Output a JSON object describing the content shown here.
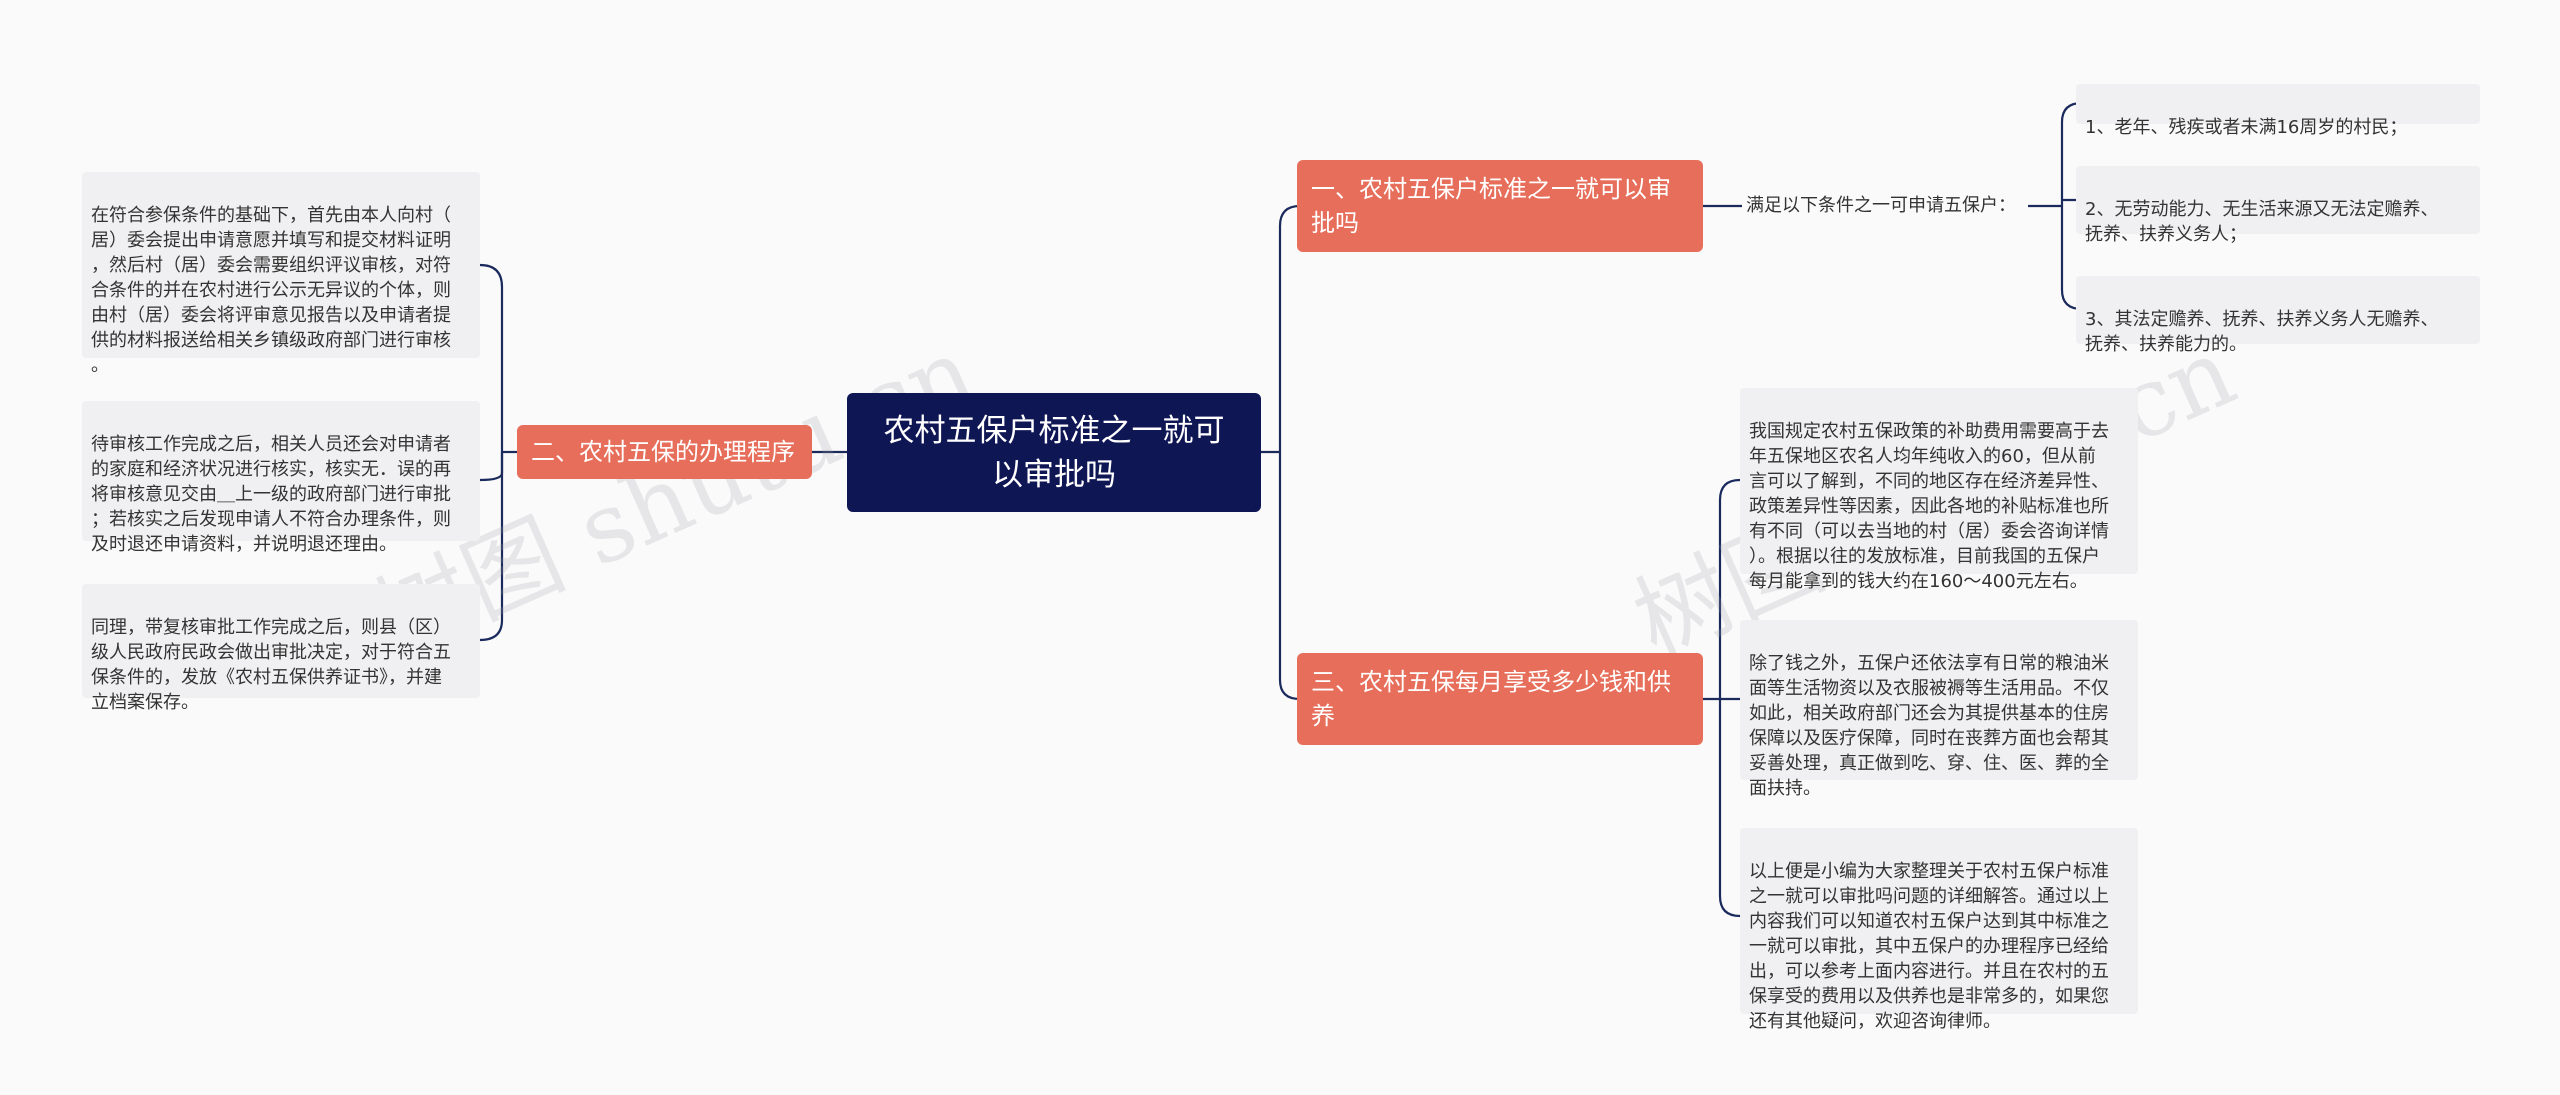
{
  "root": {
    "label": "农村五保户标准之一就可以审批吗"
  },
  "watermarks": [
    "树图 shutu.cn",
    "树图 shutu.cn"
  ],
  "left_branch": {
    "label": "二、农村五保的办理程序",
    "leaves": [
      "在符合参保条件的基础下，首先由本人向村（\n居）委会提出申请意愿并填写和提交材料证明\n，然后村（居）委会需要组织评议审核，对符\n合条件的并在农村进行公示无异议的个体，则\n由村（居）委会将评审意见报告以及申请者提\n供的材料报送给相关乡镇级政府部门进行审核\n。",
      "待审核工作完成之后，相关人员还会对申请者\n的家庭和经济状况进行核实，核实无．误的再\n将审核意见交由＿上一级的政府部门进行审批\n；若核实之后发现申请人不符合办理条件，则\n及时退还申请资料，并说明退还理由。",
      "同理，带复核审批工作完成之后，则县（区）\n级人民政府民政会做出审批决定，对于符合五\n保条件的，发放《农村五保供养证书》，并建\n立档案保存。"
    ]
  },
  "right_top": {
    "label": "一、农村五保户标准之一就可以审批吗",
    "mid_label": "满足以下条件之一可申请五保户：",
    "leaves": [
      "1、老年、残疾或者未满16周岁的村民；",
      "2、无劳动能力、无生活来源又无法定赡养、\n抚养、扶养义务人；",
      "3、其法定赡养、抚养、扶养义务人无赡养、\n抚养、扶养能力的。"
    ]
  },
  "right_bottom": {
    "label": "三、农村五保每月享受多少钱和供养",
    "leaves": [
      "我国规定农村五保政策的补助费用需要高于去\n年五保地区农名人均年纯收入的60，但从前\n言可以了解到，不同的地区存在经济差异性、\n政策差异性等因素，因此各地的补贴标准也所\n有不同（可以去当地的村（居）委会咨询详情\n）。根据以往的发放标准，目前我国的五保户\n每月能拿到的钱大约在160～400元左右。",
      "除了钱之外，五保户还依法享有日常的粮油米\n面等生活物资以及衣服被褥等生活用品。不仅\n如此，相关政府部门还会为其提供基本的住房\n保障以及医疗保障，同时在丧葬方面也会帮其\n妥善处理，真正做到吃、穿、住、医、葬的全\n面扶持。",
      "以上便是小编为大家整理关于农村五保户标准\n之一就可以审批吗问题的详细解答。通过以上\n内容我们可以知道农村五保户达到其中标准之\n一就可以审批，其中五保户的办理程序已经给\n出，可以参考上面内容进行。并且在农村的五\n保享受的费用以及供养也是非常多的，如果您\n还有其他疑问，欢迎咨询律师。"
    ]
  },
  "colors": {
    "root": "#0f1654",
    "branch": "#e66e5a",
    "leaf": "#f0f0f2",
    "line": "#1b2a5c"
  }
}
